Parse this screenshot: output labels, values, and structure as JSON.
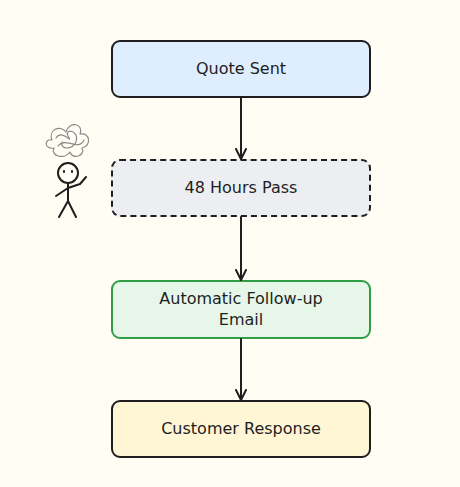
{
  "diagram": {
    "nodes": [
      {
        "text": [
          "Quote Sent"
        ]
      },
      {
        "text": [
          "48 Hours Pass"
        ]
      },
      {
        "text": [
          "Automatic Follow-up Email"
        ]
      },
      {
        "text": [
          "Customer Response"
        ]
      }
    ],
    "edges": [
      {
        "from": 0,
        "to": 1,
        "arrow": "to"
      },
      {
        "from": 1,
        "to": 2,
        "arrow": "to"
      },
      {
        "from": 2,
        "to": 3,
        "arrow": "to"
      }
    ]
  }
}
